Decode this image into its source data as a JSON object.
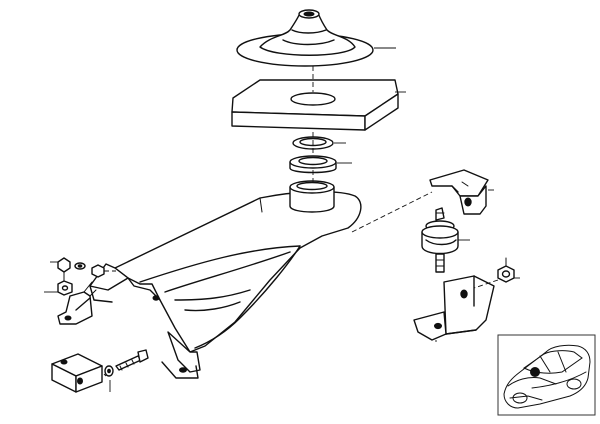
{
  "diagram": {
    "title": "",
    "parts": [
      {
        "name": "gear-lever-boot"
      },
      {
        "name": "sealing-plate"
      },
      {
        "name": "retaining-ring"
      },
      {
        "name": "bearing-ring"
      },
      {
        "name": "shift-lever-bearing-socket"
      },
      {
        "name": "selector-arm-housing"
      },
      {
        "name": "rear-holder-bracket"
      },
      {
        "name": "rubber-mount"
      },
      {
        "name": "mounting-bracket"
      },
      {
        "name": "hex-nut"
      },
      {
        "name": "hex-bolt"
      },
      {
        "name": "washer"
      },
      {
        "name": "front-bracket"
      },
      {
        "name": "rubber-block"
      },
      {
        "name": "screw"
      }
    ],
    "inset": {
      "name": "vehicle-location-thumbnail",
      "marker_color": "#111111"
    }
  },
  "colors": {
    "line": "#111111",
    "background": "#ffffff"
  }
}
